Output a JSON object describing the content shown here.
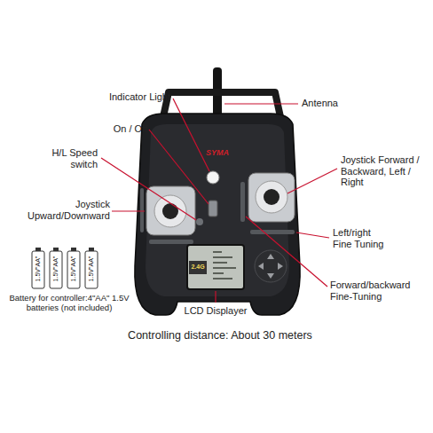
{
  "diagram": {
    "caption": "Controlling distance: About 30 meters",
    "labels": [
      "Indicator Light",
      "Antenna",
      "On / Off",
      "H/L Speed switch",
      "Joystick Forward / Backward, Left / Right",
      "SYMA",
      "Joystick Upward/Downward",
      "Left/right Fine Tuning",
      "2.4G",
      "1.5V\"AA\"",
      "1.5V\"AA\"",
      "1.5V\"AA\"",
      "1.5V\"AA\"",
      "Battery for controller:4\"AA\" 1.5V batteries (not included)",
      "Forward/backward Fine-Tuning",
      "LCD Displayer"
    ]
  }
}
